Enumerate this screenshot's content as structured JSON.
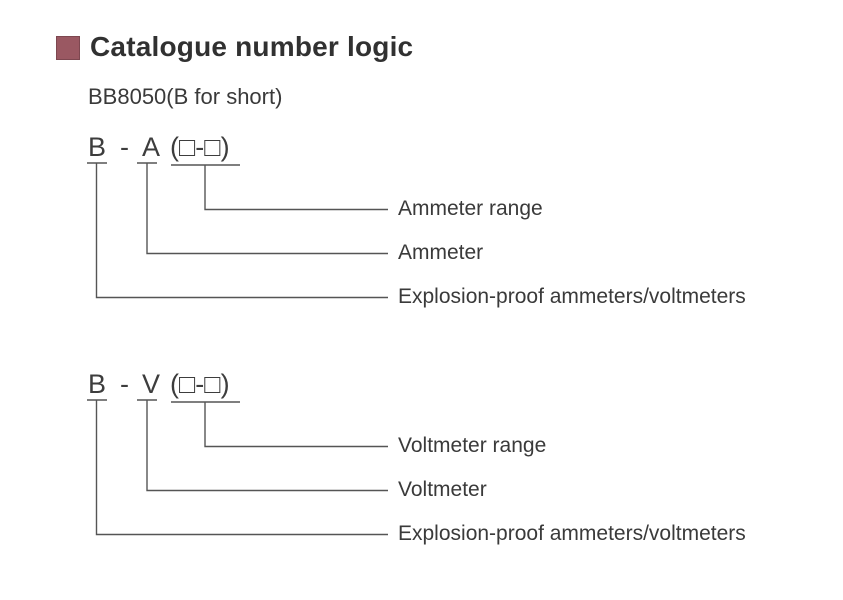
{
  "header": {
    "marker_color": "#9a5862",
    "title": "Catalogue number logic"
  },
  "subtitle": "BB8050(B for short)",
  "sections": [
    {
      "id": "ammeter",
      "code": {
        "prefix": "B",
        "separator": "-",
        "meter_letter": "A",
        "range": "(□-□)"
      },
      "labels": {
        "range": "Ammeter range",
        "meter": "Ammeter",
        "family": "Explosion-proof ammeters/voltmeters"
      }
    },
    {
      "id": "voltmeter",
      "code": {
        "prefix": "B",
        "separator": "-",
        "meter_letter": "V",
        "range": "(□-□)"
      },
      "labels": {
        "range": "Voltmeter range",
        "meter": "Voltmeter",
        "family": "Explosion-proof ammeters/voltmeters"
      }
    }
  ]
}
